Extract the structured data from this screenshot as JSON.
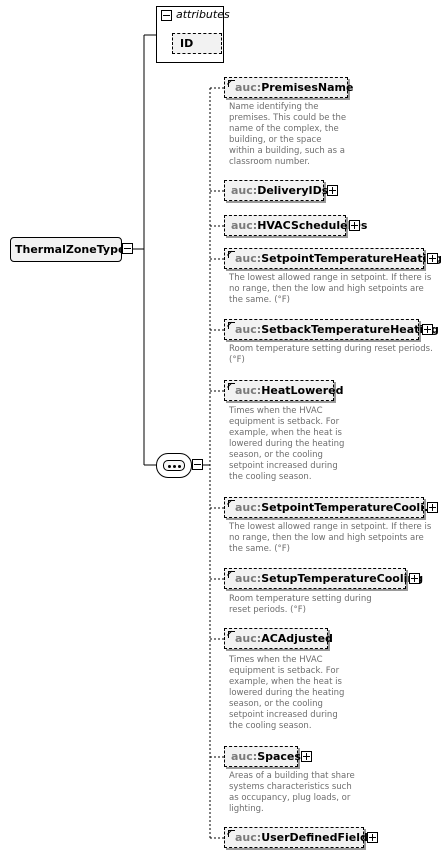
{
  "root": {
    "name": "ThermalZoneType"
  },
  "attributes": {
    "title": "attributes",
    "items": [
      "ID"
    ]
  },
  "elements": [
    {
      "prefix": "auc",
      "name": "PremisesName",
      "expandable": false,
      "doc": "Name identifying the premises. This could be the name of the complex, the building, or the space within a building, such as a classroom number."
    },
    {
      "prefix": "auc",
      "name": "DeliveryIDs",
      "expandable": true,
      "doc": ""
    },
    {
      "prefix": "auc",
      "name": "HVACScheduleIDs",
      "expandable": true,
      "doc": ""
    },
    {
      "prefix": "auc",
      "name": "SetpointTemperatureHeating",
      "expandable": true,
      "doc": "The lowest allowed range in setpoint. If there is no range, then the low and high setpoints are the same. (°F)"
    },
    {
      "prefix": "auc",
      "name": "SetbackTemperatureHeating",
      "expandable": true,
      "doc": "Room temperature setting during reset periods. (°F)"
    },
    {
      "prefix": "auc",
      "name": "HeatLowered",
      "expandable": false,
      "doc": "Times when the HVAC equipment is setback. For example, when the heat is lowered during the heating season, or the cooling setpoint increased during the cooling season."
    },
    {
      "prefix": "auc",
      "name": "SetpointTemperatureCooli...",
      "expandable": true,
      "doc": "The lowest allowed range in setpoint. If there is no range, then the low and high setpoints are the same. (°F)"
    },
    {
      "prefix": "auc",
      "name": "SetupTemperatureCooling",
      "expandable": true,
      "doc": "Room temperature setting during reset periods. (°F)"
    },
    {
      "prefix": "auc",
      "name": "ACAdjusted",
      "expandable": false,
      "doc": "Times when the HVAC equipment is setback. For example, when the heat is lowered during the heating season, or the cooling setpoint increased during the cooling season."
    },
    {
      "prefix": "auc",
      "name": "Spaces",
      "expandable": true,
      "doc": "Areas of a building that share systems characteristics such as occupancy, plug loads, or lighting."
    },
    {
      "prefix": "auc",
      "name": "UserDefinedFields",
      "expandable": true,
      "doc": ""
    }
  ]
}
